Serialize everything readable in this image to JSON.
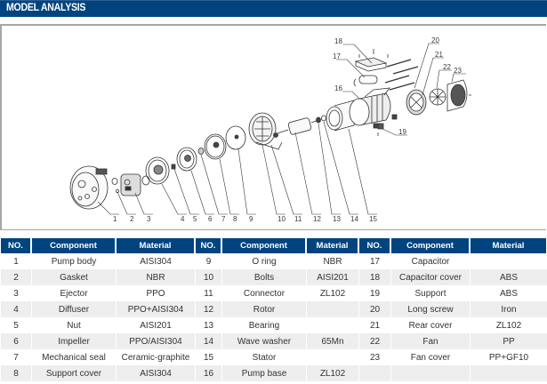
{
  "header": {
    "title": "MODEL ANALYSIS"
  },
  "colors": {
    "brand_blue": "#00447f",
    "row_alt": "#eeeeee",
    "frame_gray": "#a7a5a5"
  },
  "diagram": {
    "callouts": [
      "1",
      "2",
      "3",
      "4",
      "5",
      "6",
      "7",
      "8",
      "9",
      "10",
      "11",
      "12",
      "13",
      "14",
      "15",
      "16",
      "17",
      "18",
      "19",
      "20",
      "21",
      "22",
      "23"
    ]
  },
  "table": {
    "headers": [
      "NO.",
      "Component",
      "Material",
      "NO.",
      "Component",
      "Material",
      "NO.",
      "Component",
      "Material"
    ],
    "rows": [
      [
        "1",
        "Pump body",
        "AISI304",
        "9",
        "O ring",
        "NBR",
        "17",
        "Capacitor",
        ""
      ],
      [
        "2",
        "Gasket",
        "NBR",
        "10",
        "Bolts",
        "AISI201",
        "18",
        "Capacitor cover",
        "ABS"
      ],
      [
        "3",
        "Ejector",
        "PPO",
        "11",
        "Connector",
        "ZL102",
        "19",
        "Support",
        "ABS"
      ],
      [
        "4",
        "Diffuser",
        "PPO+AISI304",
        "12",
        "Rotor",
        "",
        "20",
        "Long screw",
        "Iron"
      ],
      [
        "5",
        "Nut",
        "AISI201",
        "13",
        "Bearing",
        "",
        "21",
        "Rear cover",
        "ZL102"
      ],
      [
        "6",
        "Impeller",
        "PPO/AISI304",
        "14",
        "Wave washer",
        "65Mn",
        "22",
        "Fan",
        "PP"
      ],
      [
        "7",
        "Mechanical seal",
        "Ceramic-graphite",
        "15",
        "Stator",
        "",
        "23",
        "Fan cover",
        "PP+GF10"
      ],
      [
        "8",
        "Support cover",
        "AISI304",
        "16",
        "Pump base",
        "ZL102",
        "",
        "",
        ""
      ]
    ]
  }
}
